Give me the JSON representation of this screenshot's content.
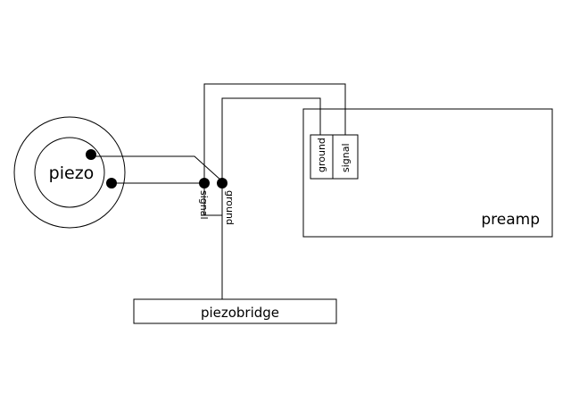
{
  "labels": {
    "piezo": "piezo",
    "preamp": "preamp",
    "piezobridge": "piezobridge",
    "bridge_signal": "signal",
    "bridge_ground": "ground",
    "preamp_ground": "ground",
    "preamp_signal": "signal"
  }
}
